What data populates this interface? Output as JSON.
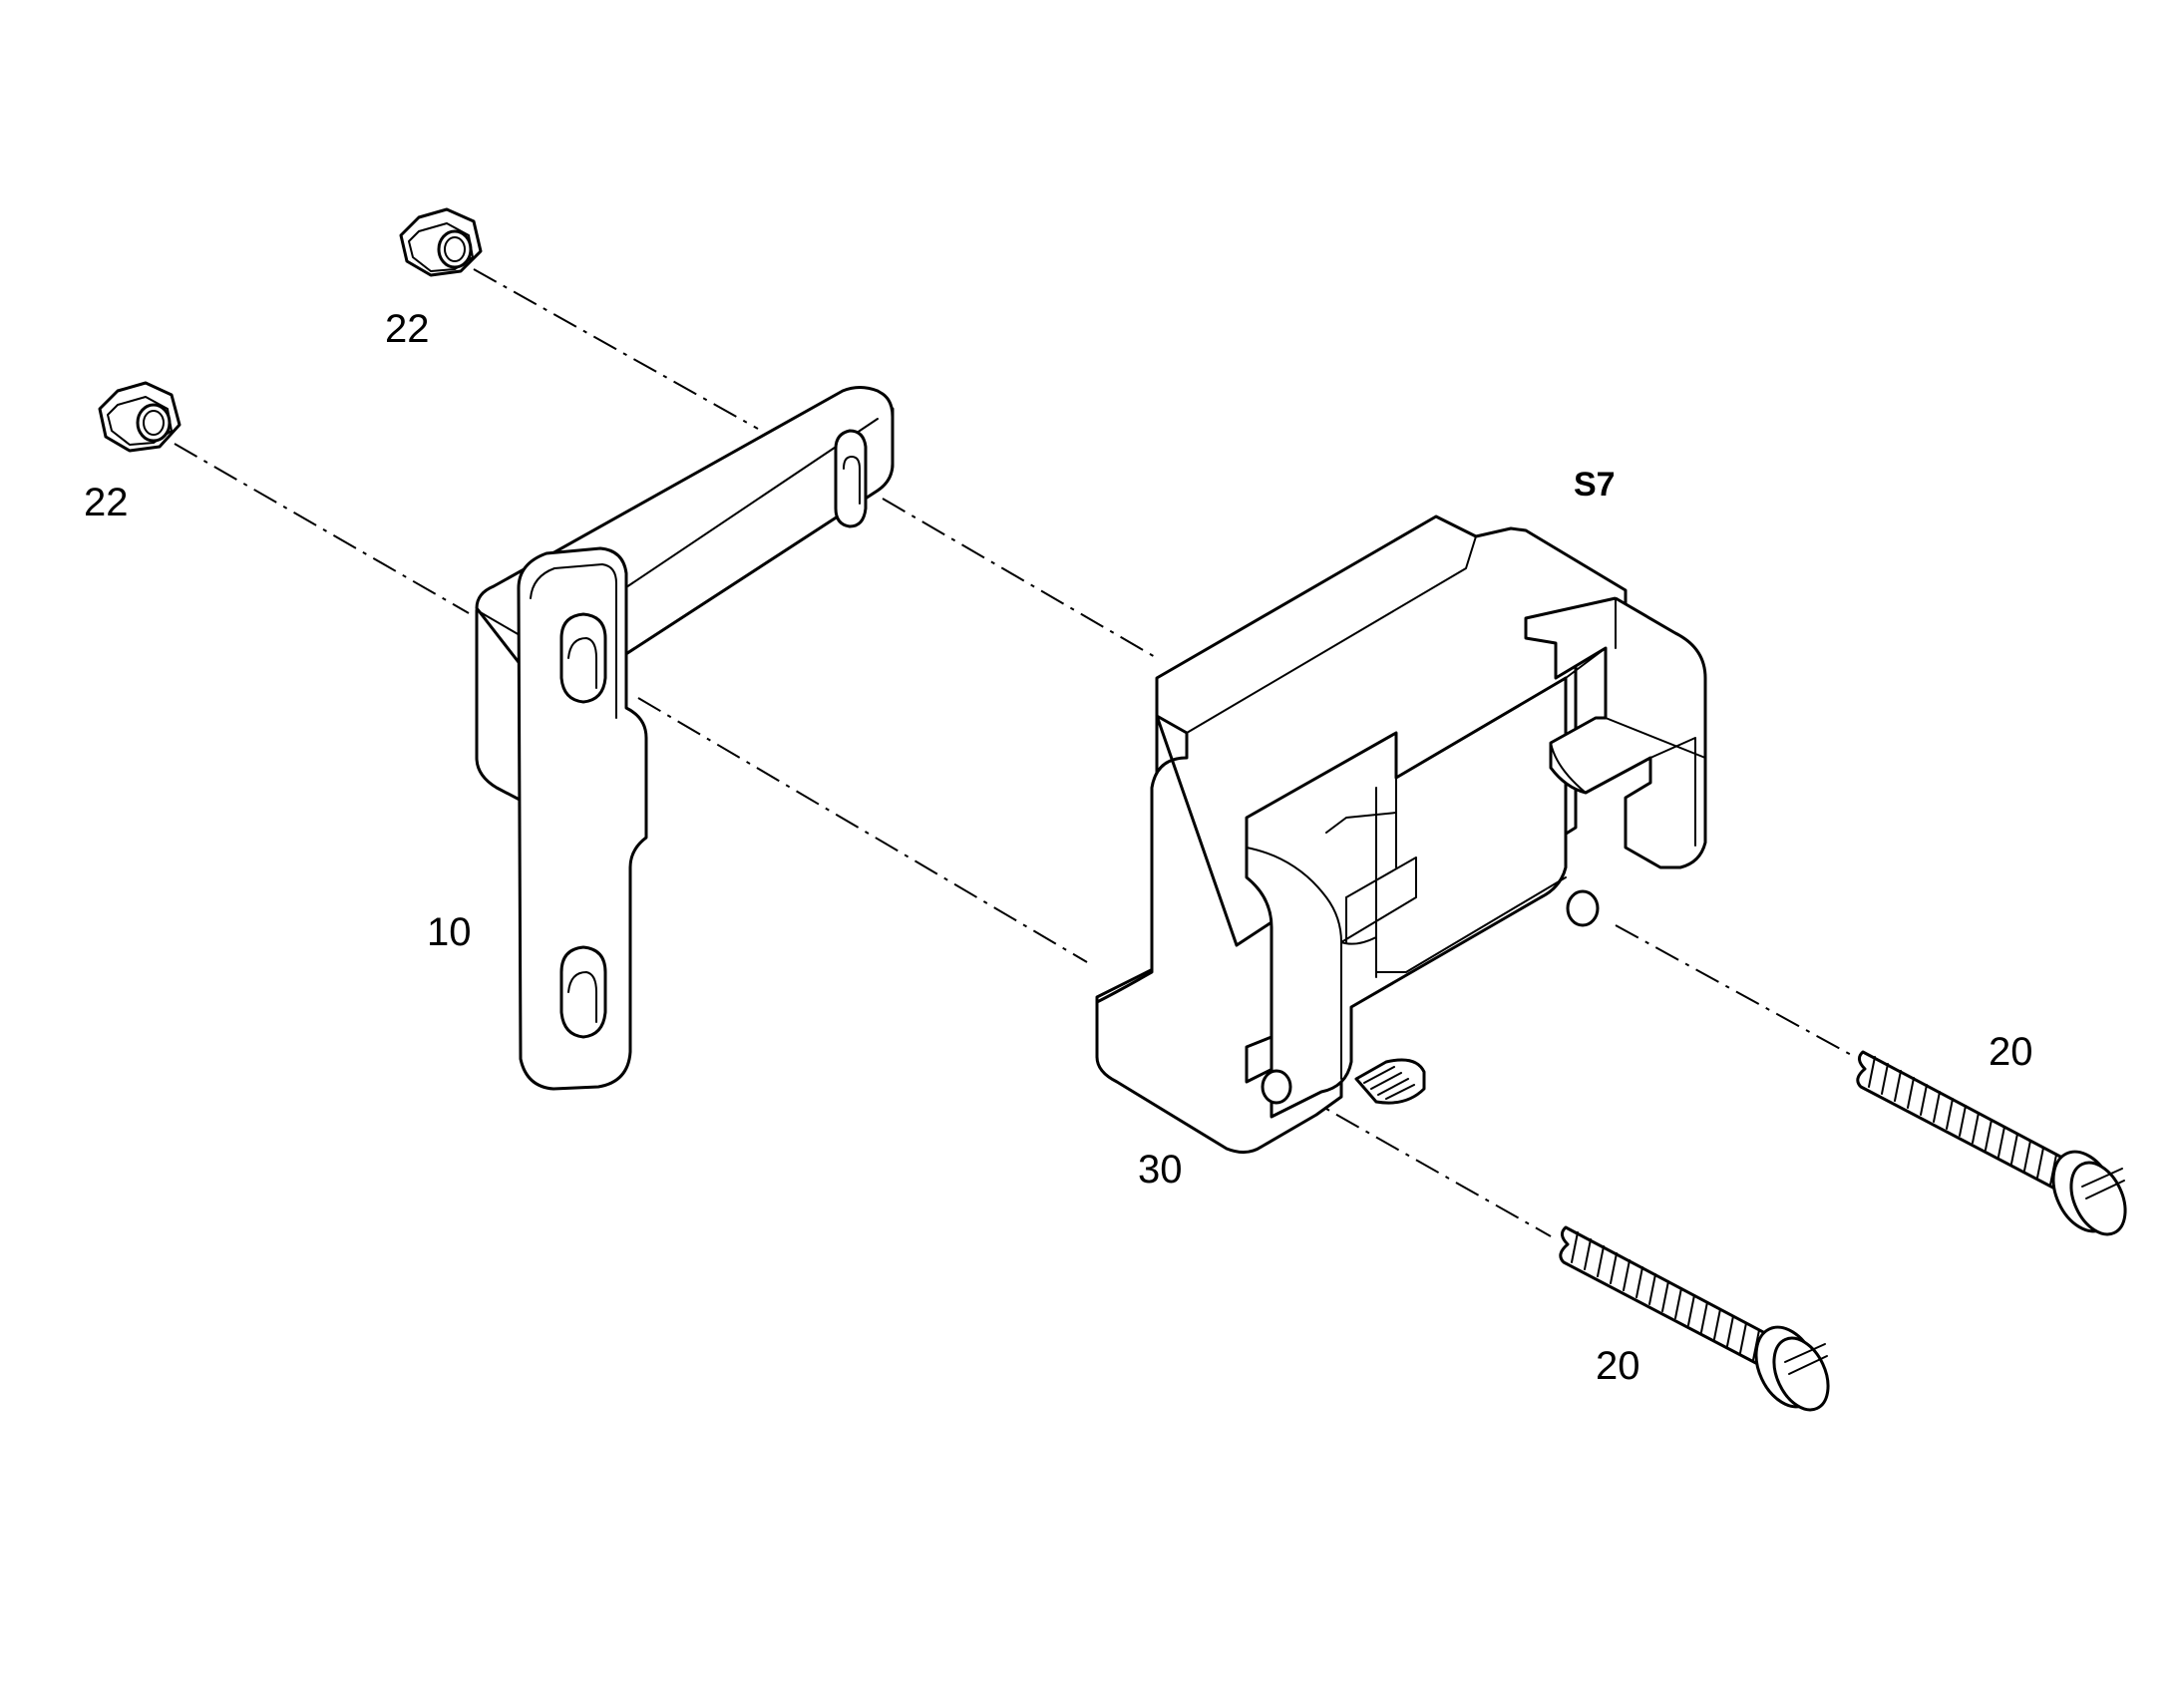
{
  "diagram": {
    "assembly_label": "S7",
    "callouts": [
      {
        "id": "nut-top",
        "text": "22"
      },
      {
        "id": "nut-left",
        "text": "22"
      },
      {
        "id": "bracket",
        "text": "10"
      },
      {
        "id": "switch",
        "text": "30"
      },
      {
        "id": "screw-right",
        "text": "20"
      },
      {
        "id": "screw-bottom",
        "text": "20"
      }
    ]
  }
}
